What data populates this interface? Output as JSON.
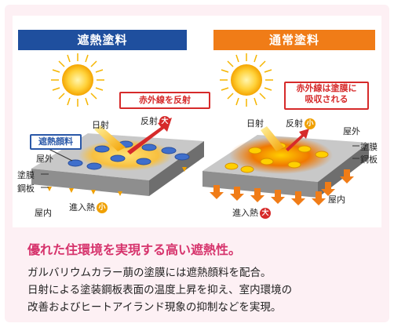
{
  "headers": {
    "left": "遮熱塗料",
    "right": "通常塗料"
  },
  "left": {
    "callout": "赤外線を反射",
    "pigment_label": "遮熱顔料",
    "sunlight": "日射",
    "reflection": "反射",
    "reflection_badge": "大",
    "outdoor": "屋外",
    "coating": "塗膜",
    "steel": "鋼板",
    "indoor": "屋内",
    "heat_in": "進入熱",
    "heat_in_badge": "小"
  },
  "right": {
    "callout_line1": "赤外線は塗膜に",
    "callout_line2": "吸収される",
    "sunlight": "日射",
    "reflection": "反射",
    "reflection_badge": "小",
    "outdoor": "屋外",
    "coating": "塗膜",
    "steel": "鋼板",
    "indoor": "屋内",
    "heat_in": "進入熱",
    "heat_in_badge": "大"
  },
  "heading": "優れた住環境を実現する高い遮熱性。",
  "body": [
    "ガルバリウムカラー萠の塗膜には遮熱顔料を配合。",
    "日射による塗装鋼板表面の温度上昇を抑え、室内環境の",
    "改善およびヒートアイランド現象の抑制などを実現。"
  ],
  "colors": {
    "accent_pink": "#d6336c",
    "blue": "#1f4f9e",
    "orange": "#f07c17",
    "red": "#d62a2a"
  }
}
